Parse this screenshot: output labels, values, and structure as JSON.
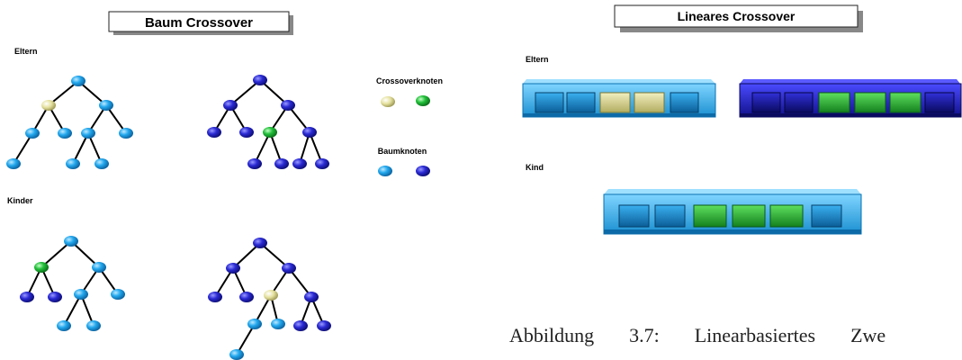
{
  "tree_panel": {
    "title": "Baum Crossover",
    "label_parents": "Eltern",
    "label_children": "Kinder"
  },
  "legend": {
    "crossover_title": "Crossoverknoten",
    "tree_title": "Baumknoten"
  },
  "linear_panel": {
    "title": "Lineares Crossover",
    "label_parents": "Eltern",
    "label_child": "Kind"
  },
  "colors": {
    "light_node": "#1e9ee6",
    "dark_node": "#2222c8",
    "crossover_yellow": "#e6e2a0",
    "crossover_green": "#22b83a"
  },
  "caption": "Abbildung  3.7:  Linearbasiertes  Zwe"
}
